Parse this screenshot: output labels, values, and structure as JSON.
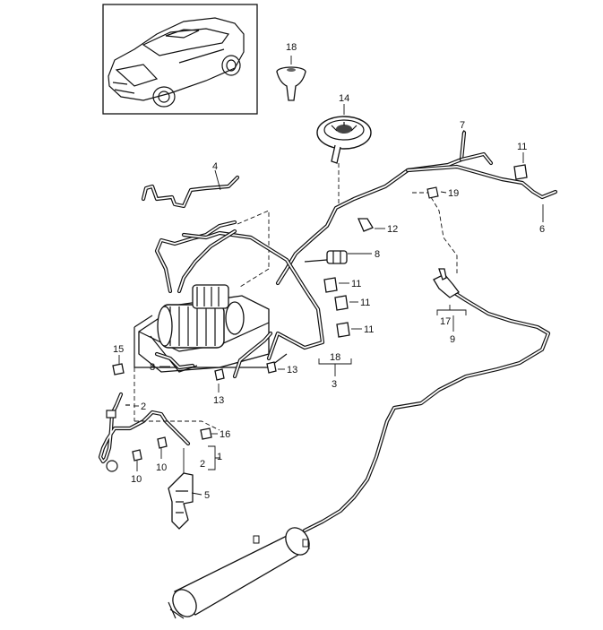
{
  "callouts": {
    "c1": "1",
    "c2": "2",
    "c2b": "2",
    "c3": "3",
    "c4": "4",
    "c5": "5",
    "c6": "6",
    "c7": "7",
    "c8a": "8",
    "c8b": "8",
    "c9": "9",
    "c10a": "10",
    "c10b": "10",
    "c11a": "11",
    "c11b": "11",
    "c11c": "11",
    "c11d": "11",
    "c12": "12",
    "c13a": "13",
    "c13b": "13",
    "c14": "14",
    "c15": "15",
    "c16": "16",
    "c17": "17",
    "c18a": "18",
    "c18b": "18",
    "c19": "19"
  },
  "icons": {
    "vehicle": "suv-thumbnail-icon",
    "compressor": "air-compressor-icon",
    "reservoir": "pressure-reservoir-icon",
    "bracket": "mounting-bracket-icon",
    "grommet": "rubber-grommet-icon",
    "cover": "round-cover-icon",
    "clip": "line-clip-icon"
  }
}
